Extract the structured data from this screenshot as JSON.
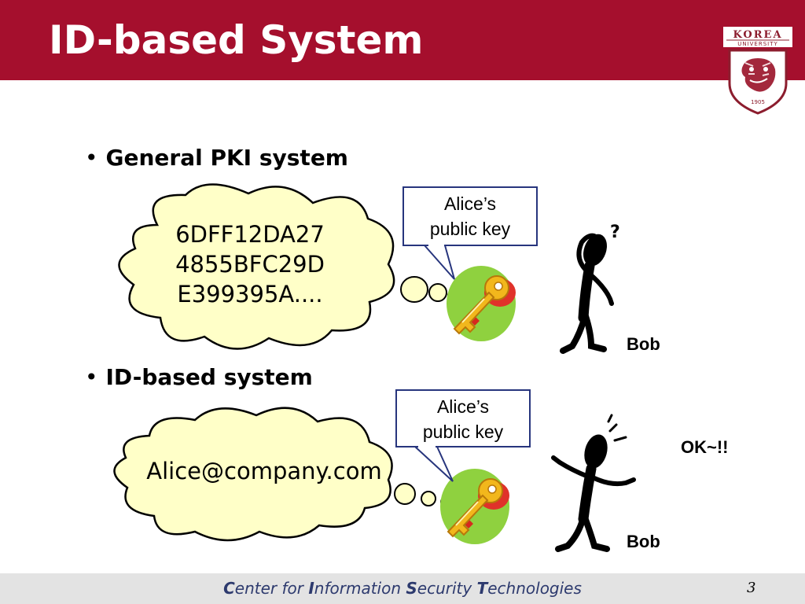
{
  "slide": {
    "title": "ID-based System"
  },
  "bullets": [
    {
      "label": "General PKI system"
    },
    {
      "label": "ID-based system"
    }
  ],
  "pki": {
    "cloud_lines": [
      "6DFF12DA27",
      "4855BFC29D",
      "E399395A...."
    ],
    "callout": [
      "Alice’s",
      "public key"
    ],
    "person_label": "Bob"
  },
  "id_based": {
    "cloud_text": "Alice@company.com",
    "callout": [
      "Alice’s",
      "public key"
    ],
    "person_label": "Bob",
    "reaction": "OK~!!"
  },
  "logo": {
    "name_top": "KOREA",
    "name_bottom": "UNIVERSITY",
    "year": "1905"
  },
  "footer": {
    "parts": [
      {
        "initial": "C",
        "rest": "enter for "
      },
      {
        "initial": "I",
        "rest": "nformation "
      },
      {
        "initial": "S",
        "rest": "ecurity "
      },
      {
        "initial": "T",
        "rest": "echnologies"
      }
    ],
    "page_number": "3"
  },
  "colors": {
    "header": "#a50f2d",
    "cloud_fill": "#ffffc8",
    "key_gold": "#f2b71c",
    "key_red": "#d62a1e",
    "key_green": "#8fd13f",
    "callout_border": "#27357d",
    "footer_text": "#2d3a6e"
  }
}
